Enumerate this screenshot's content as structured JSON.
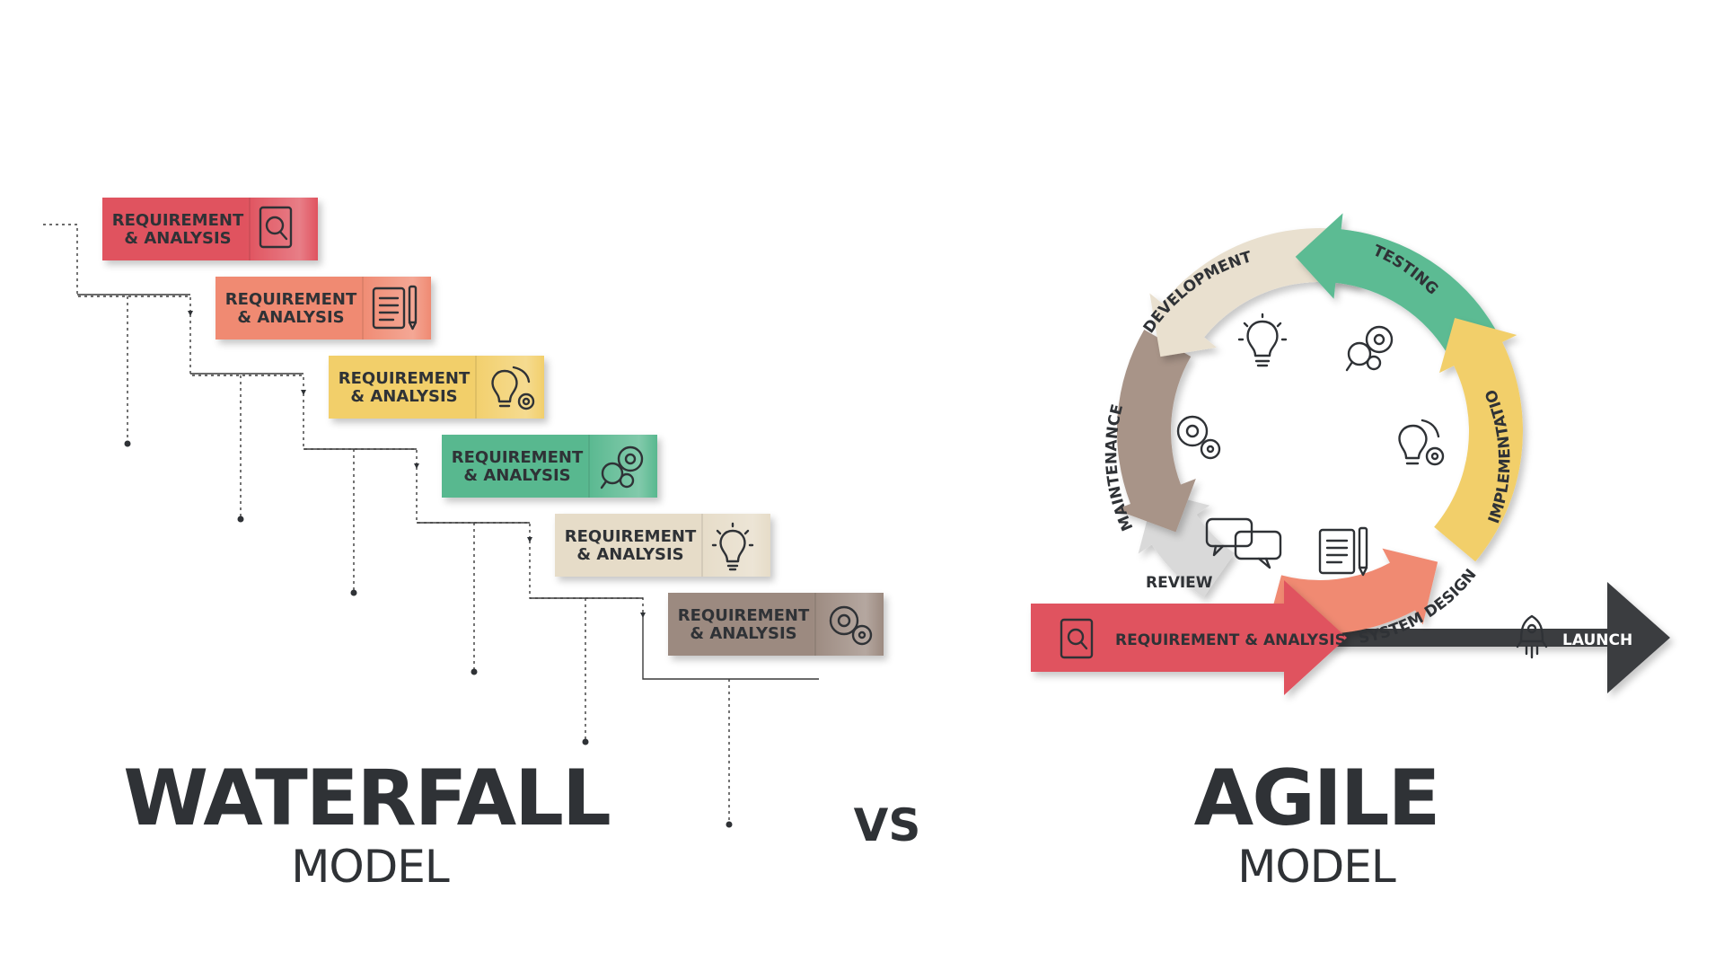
{
  "waterfall": {
    "title": "WATERFALL",
    "subtitle": "MODEL",
    "steps": [
      {
        "line1": "REQUIREMENT",
        "line2": "& ANALYSIS",
        "color": "#e0535f",
        "icon": "document-search-icon"
      },
      {
        "line1": "REQUIREMENT",
        "line2": "& ANALYSIS",
        "color": "#f08a72",
        "icon": "document-pencil-icon"
      },
      {
        "line1": "REQUIREMENT",
        "line2": "& ANALYSIS",
        "color": "#f2cf6b",
        "icon": "lightbulb-gear-icon"
      },
      {
        "line1": "REQUIREMENT",
        "line2": "& ANALYSIS",
        "color": "#58b88f",
        "icon": "magnifier-gears-icon"
      },
      {
        "line1": "REQUIREMENT",
        "line2": "& ANALYSIS",
        "color": "#e6dcc8",
        "icon": "lightbulb-icon"
      },
      {
        "line1": "REQUIREMENT",
        "line2": "& ANALYSIS",
        "color": "#9c8a80",
        "icon": "gears-icon"
      }
    ]
  },
  "vs": "VS",
  "agile": {
    "title": "AGILE",
    "subtitle": "MODEL",
    "cycle": [
      {
        "label": "TESTING",
        "color": "#5bbb93"
      },
      {
        "label": "IMPLEMENTATION",
        "color": "#f2cf6b"
      },
      {
        "label": "SYSTEM DESIGN",
        "color": "#f08a72"
      },
      {
        "label": "REVIEW",
        "color": "#d9d9d9"
      },
      {
        "label": "MAINTENANCE",
        "color": "#a89488"
      },
      {
        "label": "DEVELOPMENT",
        "color": "#e9e0cf"
      }
    ],
    "requirement_label": "REQUIREMENT & ANALYSIS",
    "requirement_color": "#e0535f",
    "launch_label": "LAUNCH",
    "launch_color": "#3b3d40",
    "inner_icons": [
      "lightbulb-icon",
      "magnifier-gears-icon",
      "lightbulb-gear-icon",
      "document-pencil-icon",
      "chat-bubbles-icon",
      "gears-icon"
    ]
  }
}
